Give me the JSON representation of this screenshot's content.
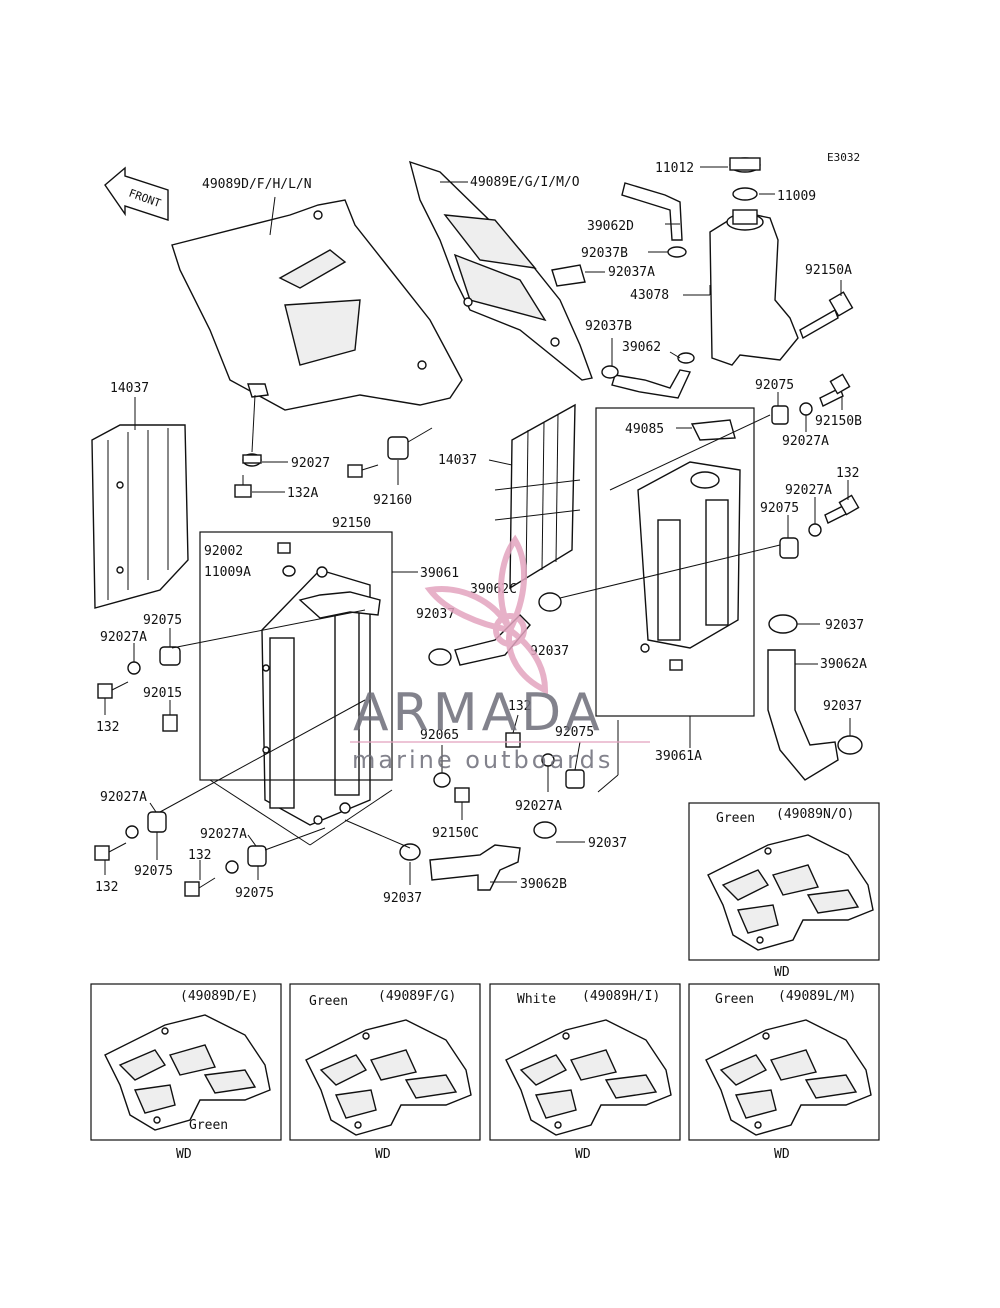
{
  "diagram_code": "E3032",
  "front_label": "FRONT",
  "callouts": {
    "c49089DFHLN": "49089D/F/H/L/N",
    "c49089EGIMO": "49089E/G/I/M/O",
    "c11012": "11012",
    "c11009": "11009",
    "c39062D": "39062D",
    "c92037B_top": "92037B",
    "c92037A": "92037A",
    "c43078": "43078",
    "c92150A": "92150A",
    "c92037B_mid": "92037B",
    "c39062_mid": "39062",
    "c14037_left": "14037",
    "c92075_r1": "92075",
    "c92150B": "92150B",
    "c92027A_r1": "92027A",
    "c49085": "49085",
    "c132_r": "132",
    "c92027A_r2": "92027A",
    "c92075_r2": "92075",
    "c14037_mid": "14037",
    "c92027": "92027",
    "c132A": "132A",
    "c92160": "92160",
    "c92150": "92150",
    "c92002": "92002",
    "c11009A": "11009A",
    "c39061": "39061",
    "c39062C": "39062C",
    "c92037_mid": "92037",
    "c92037_mid2": "92037",
    "c92037_r": "92037",
    "c39062A": "39062A",
    "c92075_l1": "92075",
    "c92027A_l1": "92027A",
    "c92015": "92015",
    "c132_l1": "132",
    "c132_c": "132",
    "c92065": "92065",
    "c92075_c": "92075",
    "c39061A": "39061A",
    "c92037_r2": "92037",
    "c92027A_c": "92027A",
    "c92150C": "92150C",
    "c92037_c": "92037",
    "c92027A_l2": "92027A",
    "c92075_l2": "92075",
    "c132_l2": "132",
    "c92027A_l3": "92027A",
    "c132_l3": "132",
    "c92075_l3": "92075",
    "c92037_b": "92037",
    "c39062B": "39062B"
  },
  "variant_boxes": [
    {
      "code": "(49089N/O)",
      "color": "Green",
      "model": "WD"
    },
    {
      "code": "(49089D/E)",
      "color": "Green",
      "model": "WD"
    },
    {
      "code": "(49089F/G)",
      "color": "Green",
      "model": "WD"
    },
    {
      "code": "(49089H/I)",
      "color": "White",
      "model": "WD"
    },
    {
      "code": "(49089L/M)",
      "color": "Green",
      "model": "WD"
    }
  ],
  "watermark": {
    "brand": "ARMADA",
    "tagline": "marine outboards",
    "logo_colors": [
      "#e3a4bf",
      "#6d6d78"
    ]
  }
}
